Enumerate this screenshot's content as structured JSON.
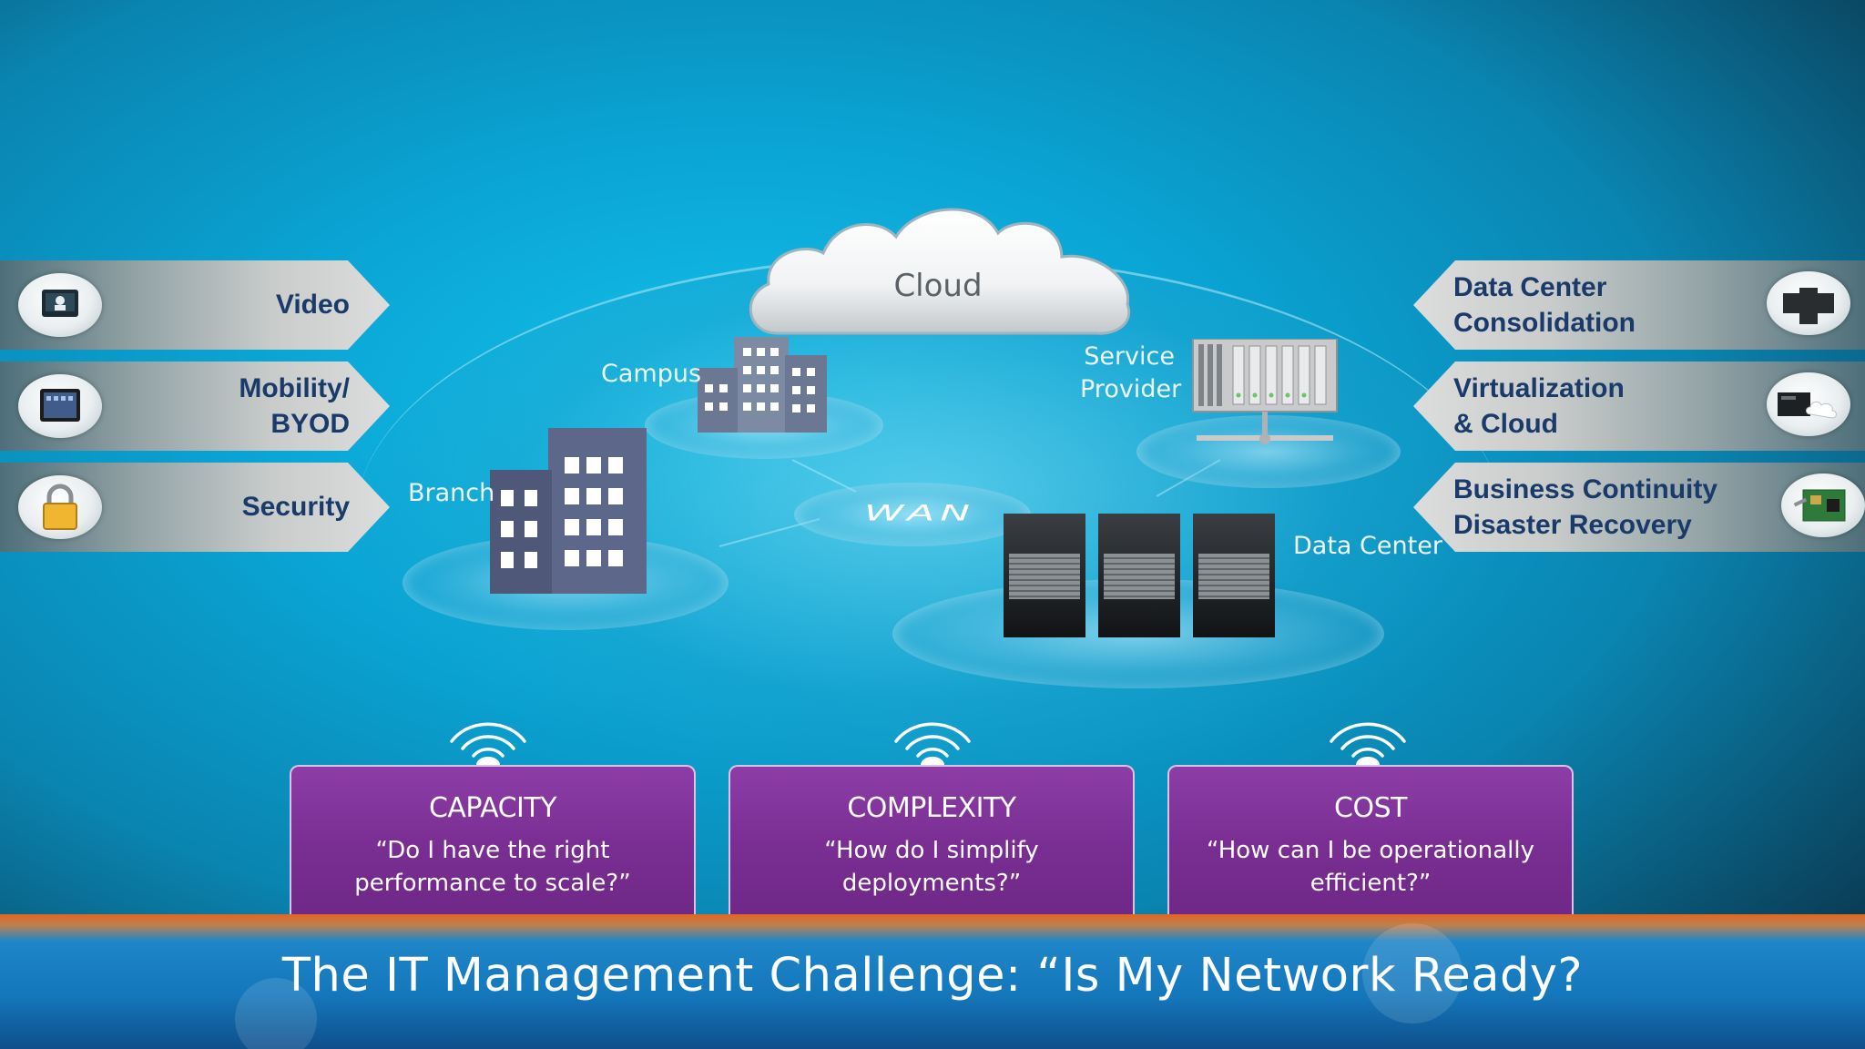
{
  "center": {
    "cloud": "Cloud",
    "wan": "WAN",
    "campus": "Campus",
    "branch": "Branch",
    "service_provider": [
      "Service",
      "Provider"
    ],
    "data_center": "Data Center"
  },
  "left_items": [
    {
      "lines": [
        "Video"
      ],
      "icon": "video-phone-icon"
    },
    {
      "lines": [
        "Mobility/",
        "BYOD"
      ],
      "icon": "tablet-icon"
    },
    {
      "lines": [
        "Security"
      ],
      "icon": "padlock-icon"
    }
  ],
  "right_items": [
    {
      "lines": [
        "Data Center",
        "Consolidation"
      ],
      "icon": "server-stack-icon"
    },
    {
      "lines": [
        "Virtualization",
        "& Cloud"
      ],
      "icon": "server-cloud-icon"
    },
    {
      "lines": [
        "Business Continuity",
        "Disaster Recovery"
      ],
      "icon": "circuit-board-icon"
    }
  ],
  "challenges": [
    {
      "title": "CAPACITY",
      "question": [
        "“Do I have the right",
        "performance to scale?”"
      ]
    },
    {
      "title": "COMPLEXITY",
      "question": [
        "“How do I simplify",
        "deployments?”"
      ]
    },
    {
      "title": "COST",
      "question": [
        "“How can I be operationally",
        "efficient?”"
      ]
    }
  ],
  "footer": {
    "title": "The IT Management Challenge: “Is My Network Ready?"
  },
  "colors": {
    "label_text": "#1a3a6a",
    "box_purple": "#7a2e93",
    "footer_blue": "#1477bb",
    "footer_orange": "#e0661f"
  }
}
